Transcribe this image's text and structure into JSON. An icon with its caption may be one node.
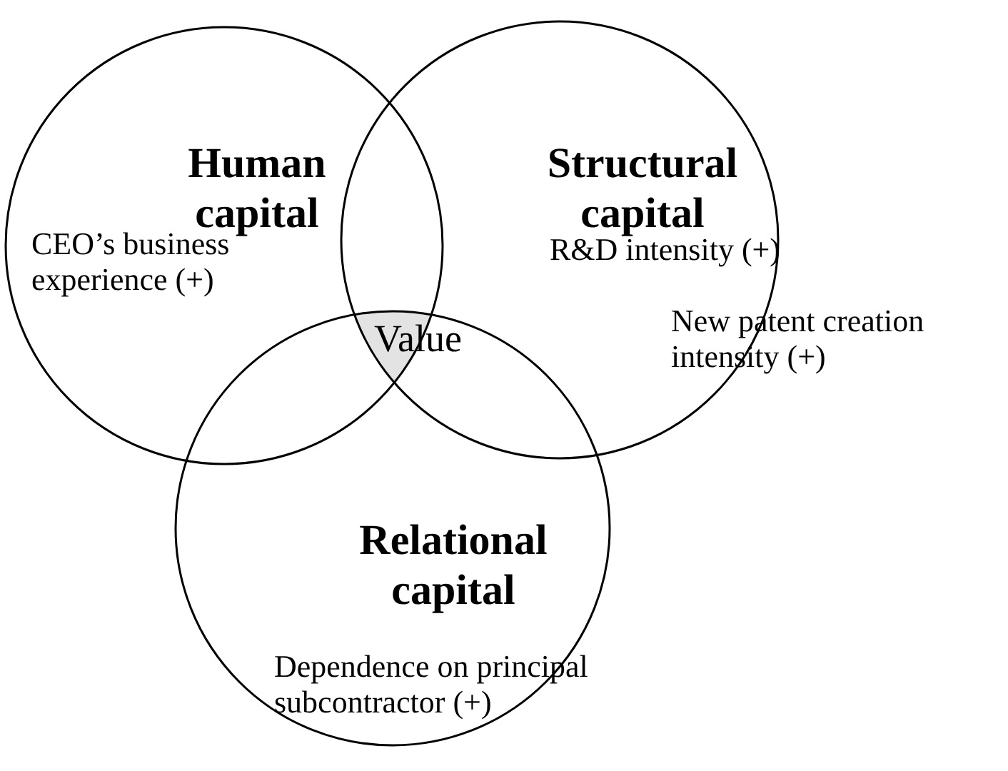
{
  "diagram": {
    "nodes": [
      {
        "text": [
          "Human capital",
          "CEO’s business experience (+)"
        ]
      },
      {
        "text": [
          "Structural capital",
          "R&D intensity (+)",
          "New patent creation intensity (+)"
        ]
      },
      {
        "text": [
          "Relational capital",
          "Dependence on principal subcontractor (+)"
        ]
      },
      {
        "text": [
          "Value"
        ]
      }
    ]
  }
}
